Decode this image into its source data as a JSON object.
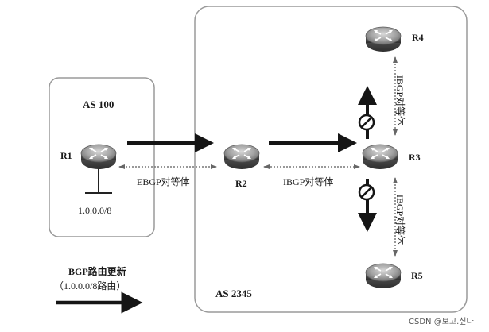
{
  "as100": {
    "label": "AS 100"
  },
  "as2345": {
    "label": "AS 2345"
  },
  "routers": {
    "r1": "R1",
    "r2": "R2",
    "r3": "R3",
    "r4": "R4",
    "r5": "R5"
  },
  "network": {
    "prefix": "1.0.0.0/8"
  },
  "peers": {
    "ebgp": "EBGP对等体",
    "ibgp_r2_r3": "IBGP对等体",
    "ibgp_r3_r4": "IBGP对等体",
    "ibgp_r3_r5": "IBGP对等体"
  },
  "legend": {
    "line1": "BGP路由更新",
    "line2": "（1.0.0.0/8路由）"
  },
  "watermark": "CSDN @보고.싶다",
  "colors": {
    "router_fill": "#9a9a9a",
    "router_dark": "#4a4a4a",
    "arrow": "#151515",
    "box_stroke": "#9a9a9a"
  },
  "icons": {
    "router": "router-icon",
    "blocked": "prohibited-icon"
  }
}
